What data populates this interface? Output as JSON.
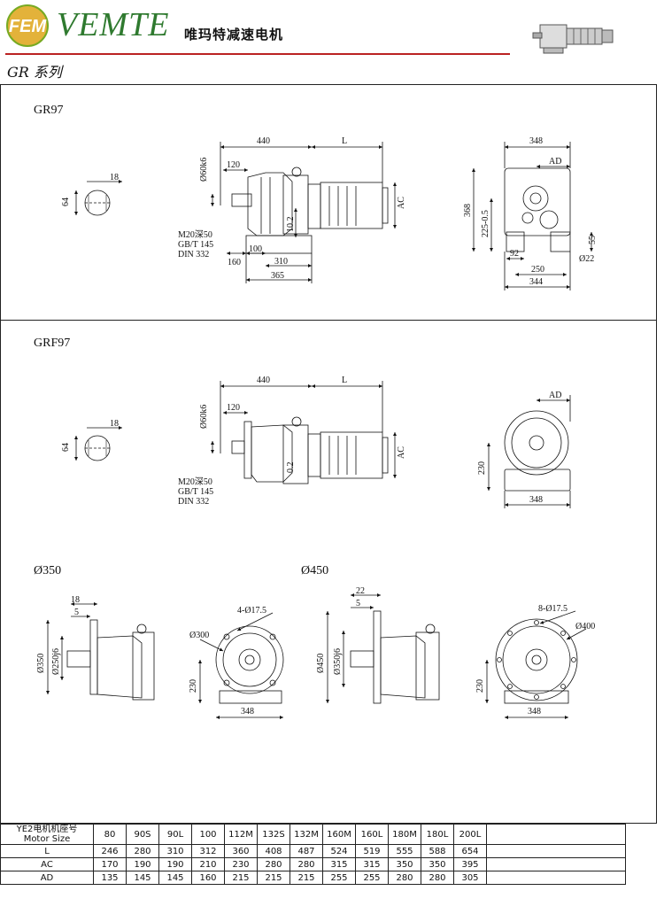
{
  "header": {
    "logo_text": "FEM",
    "brand": "VEMTE",
    "subtitle": "唯玛特减速电机",
    "series": "GR 系列"
  },
  "sections": {
    "gr97": {
      "title": "GR97",
      "dims": {
        "shaft_key": "18",
        "shaft_height": "64",
        "len_a": "440",
        "len_l": "L",
        "shaft_dia": "Ø60k6",
        "d120": "120",
        "d10": "10.2",
        "thread1": "M20深50",
        "thread2": "GB/T 145",
        "thread3": "DIN 332",
        "d160": "160",
        "d100": "100",
        "d310": "310",
        "d365": "365",
        "ac": "AC",
        "d348": "348",
        "ad": "AD",
        "d368": "368",
        "d225": "225-0.5",
        "d55": "55",
        "d92": "92",
        "d22": "Ø22",
        "d250": "250",
        "d344": "344"
      }
    },
    "grf97": {
      "title": "GRF97",
      "dims": {
        "shaft_key": "18",
        "shaft_height": "64",
        "len_a": "440",
        "len_l": "L",
        "shaft_dia": "Ø60k6",
        "d120": "120",
        "d02": "0.2",
        "thread1": "M20深50",
        "thread2": "GB/T 145",
        "thread3": "DIN 332",
        "ac": "AC",
        "ad": "AD",
        "d230": "230",
        "d348": "348"
      }
    },
    "flange350": {
      "title": "Ø350",
      "dims": {
        "d18": "18",
        "d5": "5",
        "d350": "Ø350",
        "d250": "Ø250j6",
        "holes": "4-Ø17.5",
        "d300": "Ø300",
        "d230": "230",
        "d348": "348"
      }
    },
    "flange450": {
      "title": "Ø450",
      "dims": {
        "d22": "22",
        "d5": "5",
        "d450": "Ø450",
        "d350": "Ø350j6",
        "holes": "8-Ø17.5",
        "d400": "Ø400",
        "d230": "230",
        "d348": "348"
      }
    }
  },
  "table": {
    "header_line1": "YE2电机机座号",
    "header_line2": "Motor Size",
    "sizes": [
      "80",
      "90S",
      "90L",
      "100",
      "112M",
      "132S",
      "132M",
      "160M",
      "160L",
      "180M",
      "180L",
      "200L"
    ],
    "rows": [
      {
        "label": "L",
        "values": [
          "246",
          "280",
          "310",
          "312",
          "360",
          "408",
          "487",
          "524",
          "519",
          "555",
          "588",
          "654"
        ]
      },
      {
        "label": "AC",
        "values": [
          "170",
          "190",
          "190",
          "210",
          "230",
          "280",
          "280",
          "315",
          "315",
          "350",
          "350",
          "395"
        ]
      },
      {
        "label": "AD",
        "values": [
          "135",
          "145",
          "145",
          "160",
          "215",
          "215",
          "215",
          "255",
          "255",
          "280",
          "280",
          "305"
        ]
      }
    ]
  }
}
